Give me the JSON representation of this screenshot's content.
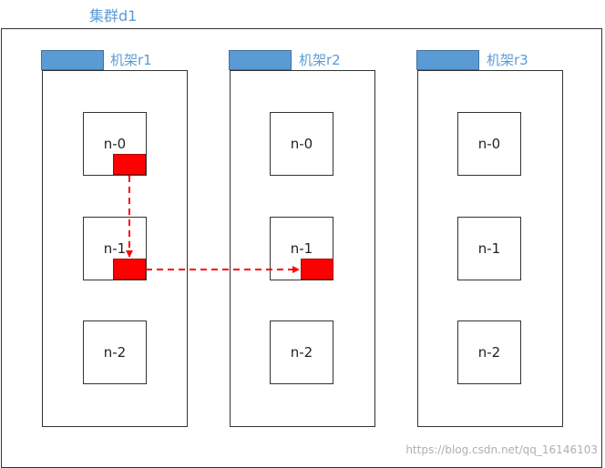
{
  "cluster": {
    "title": "集群d1"
  },
  "racks": [
    {
      "label": "机架r1",
      "nodes": [
        "n-0",
        "n-1",
        "n-2"
      ]
    },
    {
      "label": "机架r2",
      "nodes": [
        "n-0",
        "n-1",
        "n-2"
      ]
    },
    {
      "label": "机架r3",
      "nodes": [
        "n-0",
        "n-1",
        "n-2"
      ]
    }
  ],
  "colors": {
    "rack_tab": "#5b9bd5",
    "label_text": "#5b9bd5",
    "replica": "#ff0000",
    "border": "#333333"
  },
  "watermark": "https://blog.csdn.net/qq_16146103"
}
